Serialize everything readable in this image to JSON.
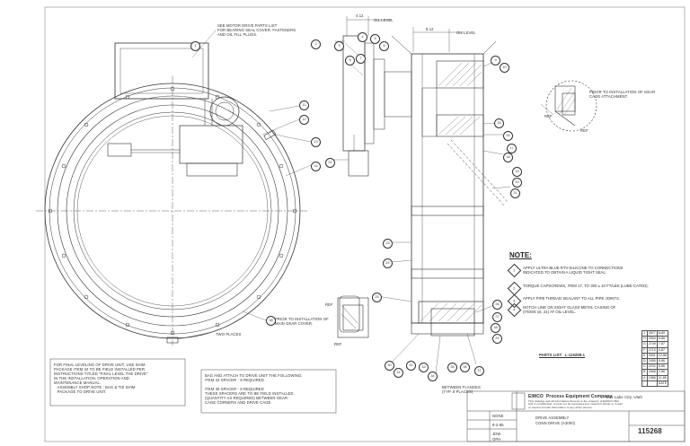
{
  "callouts": {
    "motor_note": "SEE MOTOR DRIVE PARTS LIST\nFOR BEARING SEAL COVER, FASTENERS\nAND OIL FILL PLUGS.",
    "dim_left": "4.12",
    "oil_level_top": "OIL LEVEL",
    "dim_mid": "8.12",
    "oil_level_right": "OIL LEVEL",
    "prior_install_gear": "PRIOR TO INSTALLATION OF GEAR\nCAGE ATTACHMENT.",
    "ref_right": "REF",
    "ref_right2": "REF",
    "prior_install_main": "PRIOR TO INSTALLATION OF\nMAIN GEAR COVER.",
    "two_places": "TWO PLACES",
    "ref_lower": "REF",
    "ref_lower2": "REF",
    "between_flanges": "BETWEEN FLANGES\n(TYP. 8 PLACES)",
    "parts_list": "PARTS LIST:  L-115298-1"
  },
  "notes": {
    "title": "NOTE:",
    "items": [
      {
        "num": "1",
        "text": "APPLY ULTRA BLUE RTV-SILICONE TO CONNECTIONS\nINDICATED TO OBTAIN A LIQUID TIGHT SEAL."
      },
      {
        "num": "2",
        "text": "TORQUE CAPSCREWS, ITEM 17, TO 300 ± 10 FT/LBS (LUBE-CATED)."
      },
      {
        "num": "3",
        "text": "APPLY PIPE THREAD SEALANT TO ALL PIPE JOINTS."
      },
      {
        "num": "4",
        "text": "NOTCH LINE ON SIGHT GLASS METAL CASING OF\n(ITEMS 16, 21) AT OIL LEVEL."
      }
    ]
  },
  "field_note_left": "FOR FINAL LEVELING OF DRIVE UNIT, USE SHIM\nPACKAGE ITEM 34 TO BE FIELD INSTALLED PER\nINSTRUCTIONS TITLED \"FINAL LEVEL THE DRIVE\"\nIN THE INSTALLATION, OPERATION AND\nMAINTENANCE MANUAL.\n   ASSEMBLY SHOP NOTE : BAG & TIE SHIM\n   PACKAGE TO DRIVE UNIT.",
  "field_note_mid": "BAG AND ATTACH TO DRIVE UNIT THE FOLLOWING:\nITEM 34 SPACER - 8 REQUIRED\n\nITEM 36 SPACER - 8 REQUIRED\nTHESE SPACERS ARE TO BE FIELD INSTALLED,\n(QUANTITY AS REQUIRED) BETWEEN GEAR\nCAGE CORNERS AND DRIVE CAGE.",
  "title_block": {
    "company": "EIMCO  Process Equipment Company",
    "address": "- 669 Lake City, Utah",
    "disclaimer": "This drawing and all information thereon is the property of EIMCO PEC\nand is confidential. It must not be reproduced or copied in whole or in part\nor used to furnish information to any other person.",
    "title_line1": "DRIVE ASSEMBLY",
    "title_line2": "CONN DRIVE (A3000)",
    "drawing_number": "115268",
    "scale": "NONE",
    "date": "9-2-85",
    "drawn": "JDW",
    "checked": "OPH"
  },
  "revision_rows": [
    [
      "J",
      "3577",
      "6-89"
    ],
    [
      "H",
      "2954",
      "5-88"
    ],
    [
      "G",
      "2749",
      "7-87"
    ],
    [
      "F",
      "2710",
      "4-87"
    ],
    [
      "E",
      "2531",
      "12-86"
    ],
    [
      "D",
      "2455",
      "9-86"
    ],
    [
      "C",
      "2202",
      "5-86"
    ],
    [
      "B",
      "2068",
      "2-86"
    ],
    [
      "A",
      "1966",
      "11-85"
    ],
    [
      "-",
      "",
      "DATE"
    ]
  ],
  "balloons": [
    "1",
    "2",
    "3",
    "4",
    "5",
    "6",
    "7",
    "8",
    "9",
    "10",
    "11",
    "12",
    "13",
    "14",
    "15",
    "16",
    "17",
    "18",
    "19",
    "20",
    "21",
    "22",
    "23",
    "24",
    "25",
    "26",
    "27",
    "28",
    "29",
    "30",
    "31",
    "32",
    "33",
    "34",
    "35",
    "36",
    "37",
    "38"
  ]
}
